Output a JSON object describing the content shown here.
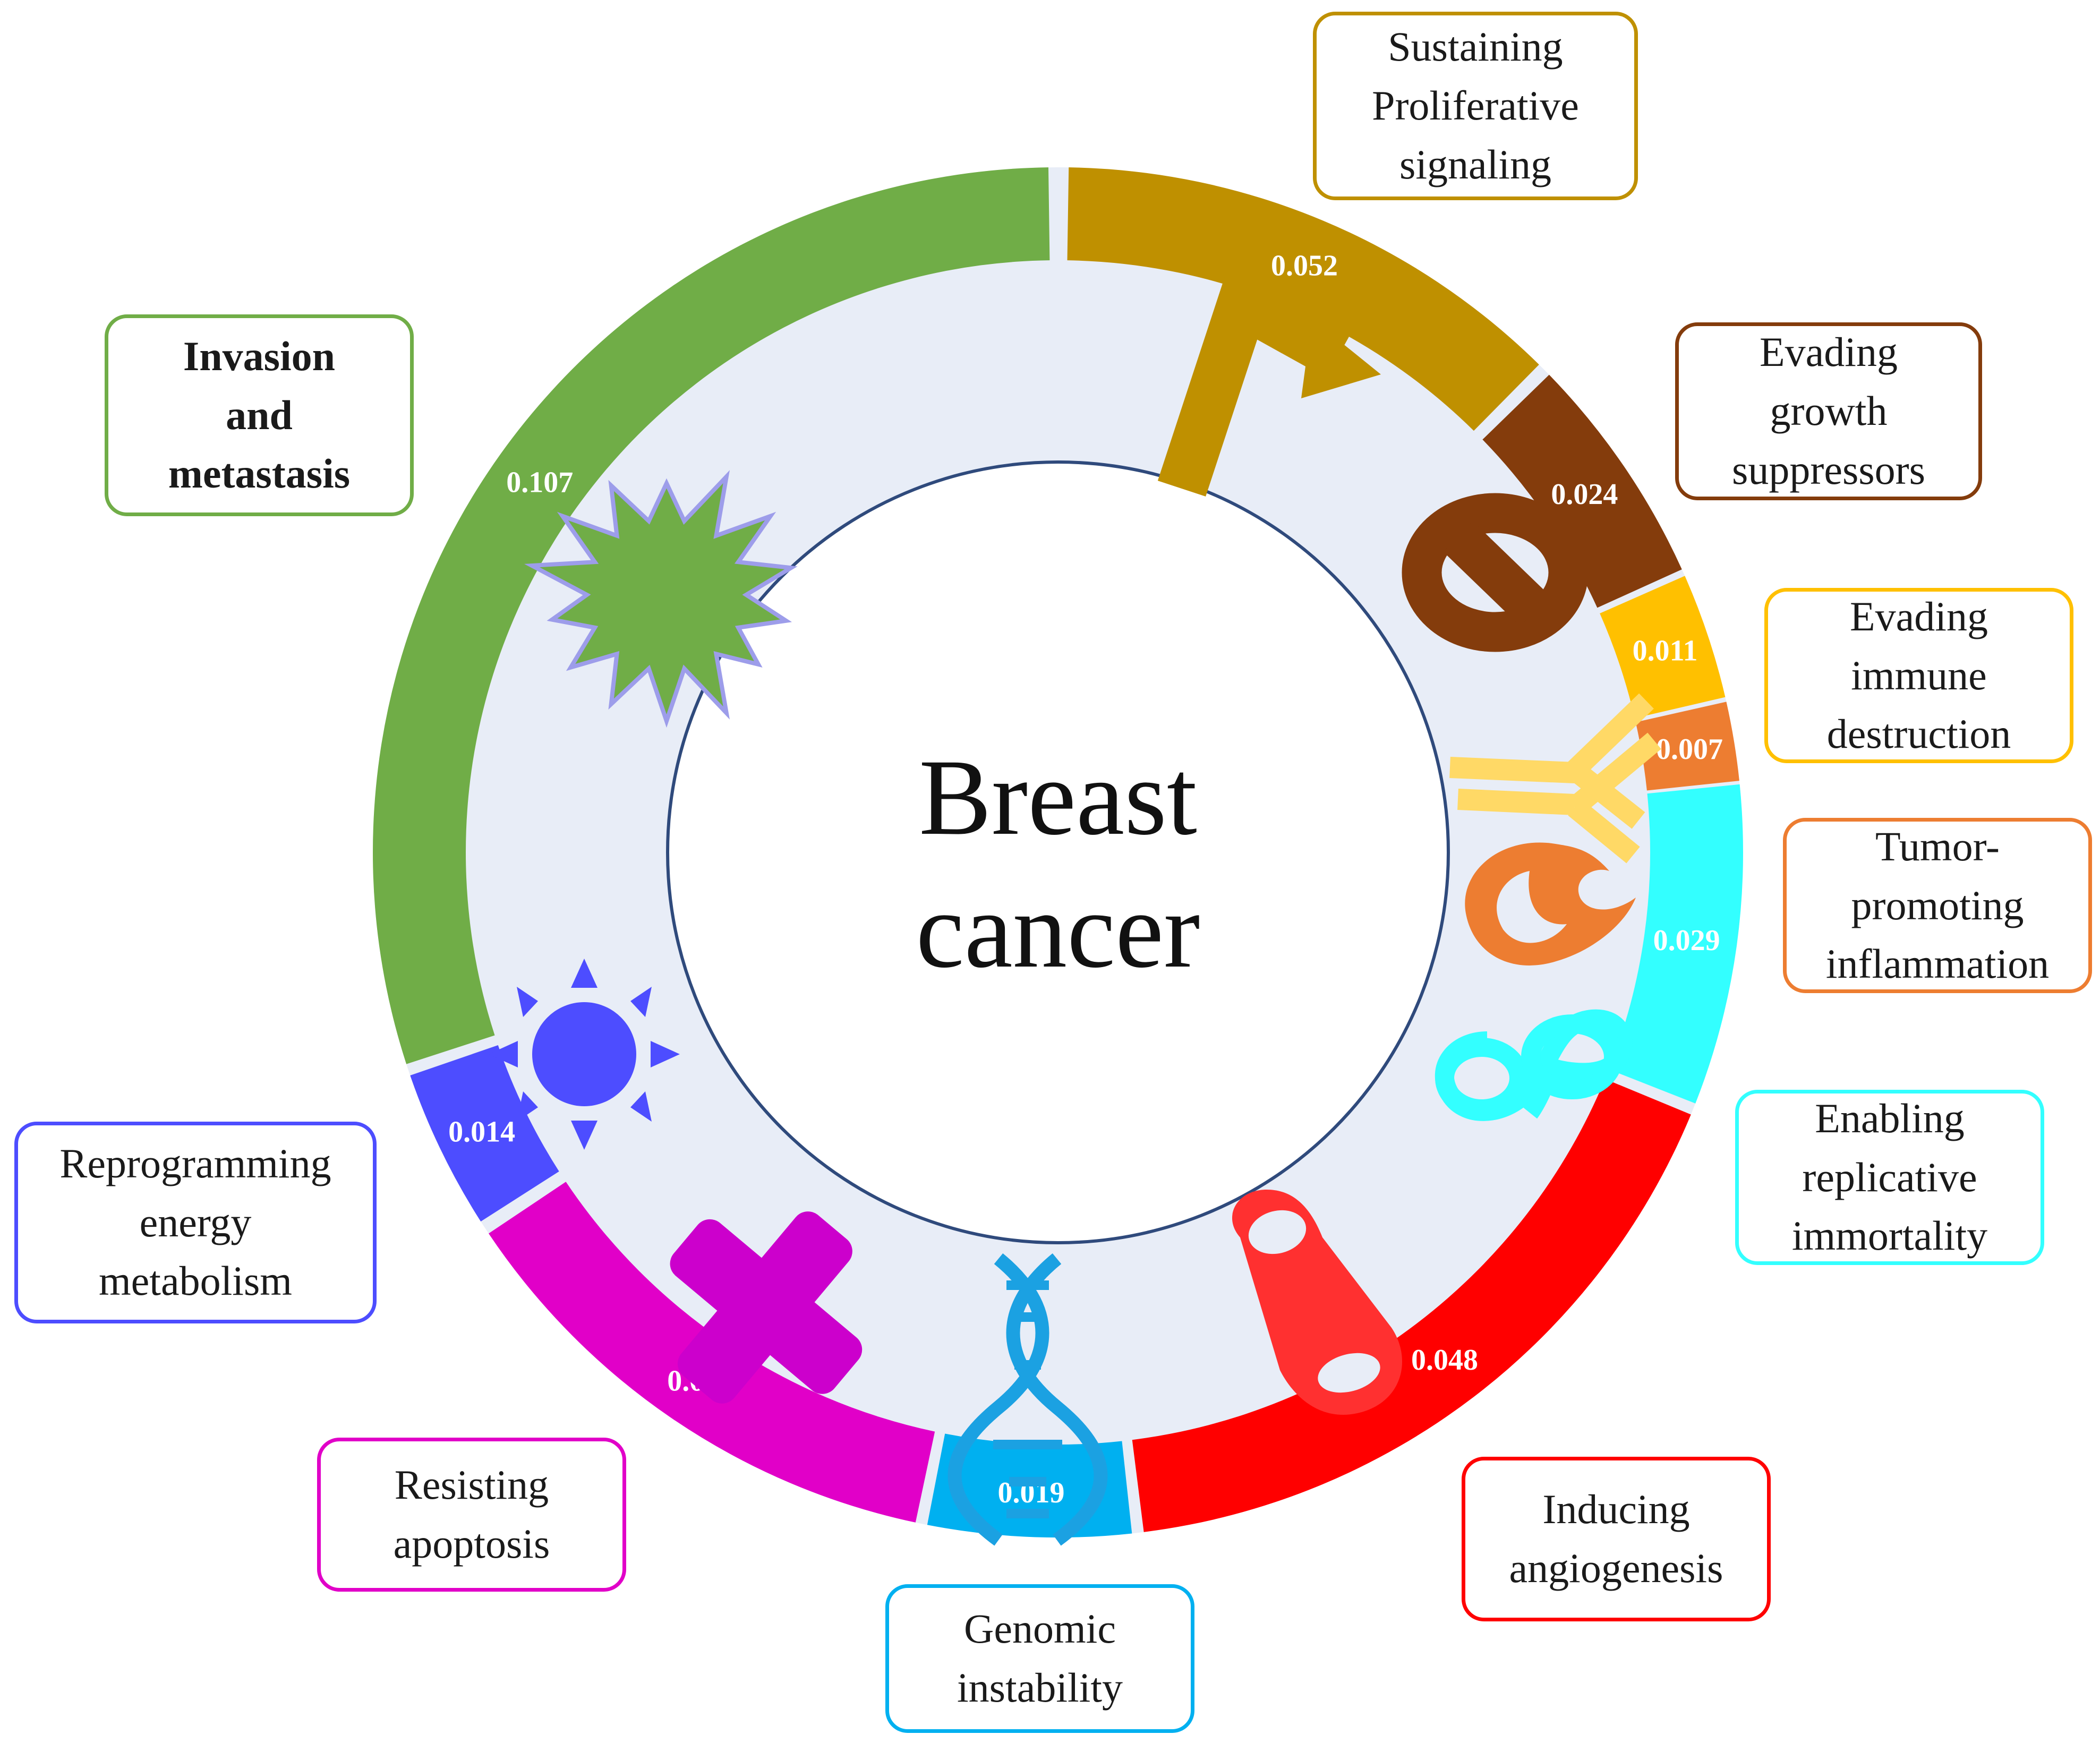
{
  "center": {
    "line1": "Breast",
    "line2": "cancer"
  },
  "segments": [
    {
      "id": "sustaining",
      "label": "Sustaining\nProliferative\nsignaling",
      "value": "0.052",
      "color": "#bf9000",
      "icon": "bent-arrow-icon"
    },
    {
      "id": "evading-growth",
      "label": "Evading\ngrowth\nsuppressors",
      "value": "0.024",
      "color": "#843c0c",
      "icon": "prohibition-sign-icon"
    },
    {
      "id": "evading-immune",
      "label": "Evading\nimmune\ndestruction",
      "value": "0.011",
      "color": "#ffc000",
      "icon": "antibody-icon"
    },
    {
      "id": "tumor-inflammation",
      "label": "Tumor-\npromoting\ninflammation",
      "value": "0.007",
      "color": "#ed7d31",
      "icon": "flame-icon"
    },
    {
      "id": "replicative-immortality",
      "label": "Enabling\nreplicative\nimmortality",
      "value": "0.029",
      "color": "#33ffff",
      "icon": "infinity-icon"
    },
    {
      "id": "angiogenesis",
      "label": "Inducing\nangiogenesis",
      "value": "0.048",
      "color": "#ff0000",
      "icon": "blood-vessel-icon"
    },
    {
      "id": "genomic-instability",
      "label": "Genomic\ninstability",
      "value": "0.019",
      "color": "#00b0f0",
      "icon": "dna-icon"
    },
    {
      "id": "resisting-apoptosis",
      "label": "Resisting\napoptosis",
      "value": "0.045",
      "color": "#e100c8",
      "icon": "cross-icon"
    },
    {
      "id": "energy-metabolism",
      "label": "Reprogramming\nenergy\nmetabolism",
      "value": "0.014",
      "color": "#4d4dff",
      "icon": "sun-icon"
    },
    {
      "id": "invasion-metastasis",
      "label": "Invasion\nand\nmetastasis",
      "value": "0.107",
      "color": "#70ad47",
      "icon": "starburst-icon"
    }
  ],
  "colors": {
    "ring_fill": "#e8edf7",
    "inner_circle_stroke": "#2f4a7c",
    "background": "#ffffff"
  }
}
